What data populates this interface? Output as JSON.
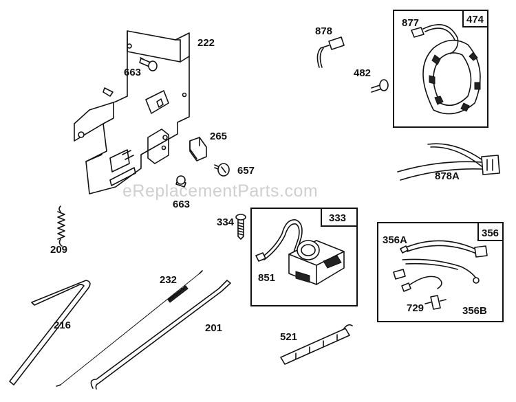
{
  "watermark": "eReplacementParts.com",
  "part_labels": {
    "p222": "222",
    "p663a": "663",
    "p663b": "663",
    "p265": "265",
    "p657": "657",
    "p209": "209",
    "p216": "216",
    "p232": "232",
    "p201": "201",
    "p878": "878",
    "p482": "482",
    "p877": "877",
    "p474": "474",
    "p878A": "878A",
    "p334": "334",
    "p333": "333",
    "p851": "851",
    "p356A": "356A",
    "p356": "356",
    "p729": "729",
    "p356B": "356B",
    "p521": "521"
  }
}
